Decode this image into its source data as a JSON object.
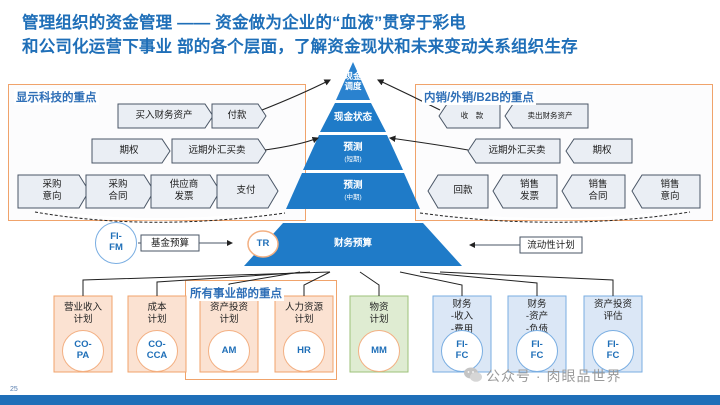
{
  "title_line1": "管理组织的资金管理 —— 资金做为企业的“血液”贯穿于彩电",
  "title_line2": "和公司化运营下事业 部的各个层面，了解资金现状和未来变动关系组织生存",
  "left_panel": {
    "title": "显示科技的重点",
    "buy_assets": "买入财务资产",
    "payment": "付款",
    "options": "期权",
    "forward_fx_buy": "远期外汇买卖",
    "purchase_intent": "采购\n意向",
    "purchase_contract": "采购\n合同",
    "supplier_invoice": "供应商\n发票",
    "payout": "支付"
  },
  "right_panel": {
    "title": "内销/外销/B2B的重点",
    "receipt": "收　款",
    "sell_assets": "卖出财务资产",
    "forward_fx_buy": "远期外汇买卖",
    "options": "期权",
    "collection": "回款",
    "sales_invoice": "销售\n发票",
    "sales_contract": "销售\n合同",
    "sales_intent": "销售\n意向"
  },
  "pyramid": {
    "top_line1": "现金",
    "top_line2": "调度",
    "cash_status": "现金状态",
    "forecast_short": "预测",
    "forecast_short_sub": "(短期)",
    "forecast_mid": "预测",
    "forecast_mid_sub": "(中期)",
    "base_tr": "TR",
    "base_label": "财务预算"
  },
  "middle_row": {
    "fi_fm": "FI-\nFM",
    "basic_budget": "基金预算",
    "liquidity_plan": "流动性计划"
  },
  "bottom": {
    "all_units_title": "所有事业部的重点",
    "cards": [
      {
        "label": "营业收入\n计划",
        "code": "CO-\nPA"
      },
      {
        "label": "成本\n计划",
        "code": "CO-\nCCA"
      },
      {
        "label": "资产投资\n计划",
        "code": "AM"
      },
      {
        "label": "人力资源\n计划",
        "code": "HR"
      },
      {
        "label": "物资\n计划",
        "code": "MM"
      },
      {
        "label": "财务\n-收入\n-费用",
        "code": "FI-\nFC"
      },
      {
        "label": "财务\n-资产\n-负债",
        "code": "FI-\nFC"
      },
      {
        "label": "资产投资\n评估",
        "code": "FI-\nFC"
      }
    ]
  },
  "page_number": "25",
  "watermark": "公众号 · 肉眼品世界",
  "colors": {
    "title_blue": "#1f6fb8",
    "pyramid_blue": "#1f7bc8",
    "orange_border": "#f0a36b",
    "green_card": "#dfecd2",
    "orange_card": "#fbe2d2",
    "blue_card": "#dbe7f6"
  }
}
